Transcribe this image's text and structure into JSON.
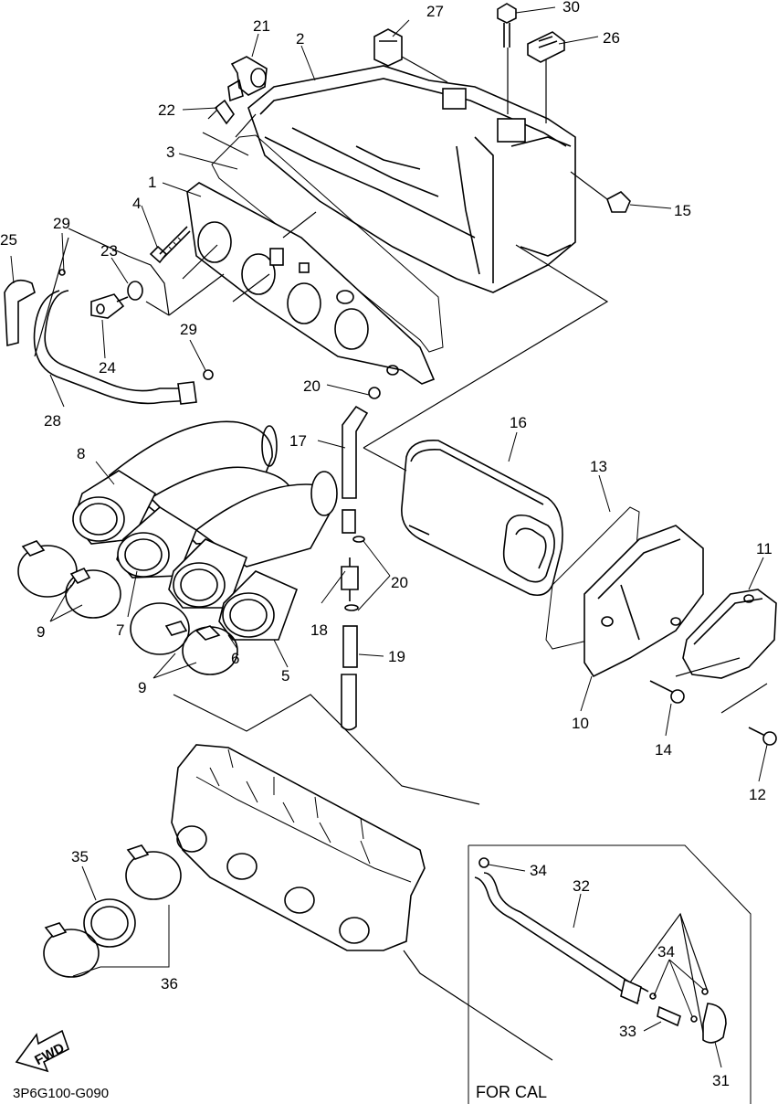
{
  "diagram": {
    "part_labels": [
      {
        "id": "p1",
        "text": "1"
      },
      {
        "id": "p2",
        "text": "2"
      },
      {
        "id": "p3",
        "text": "3"
      },
      {
        "id": "p4",
        "text": "4"
      },
      {
        "id": "p5",
        "text": "5"
      },
      {
        "id": "p6",
        "text": "6"
      },
      {
        "id": "p7",
        "text": "7"
      },
      {
        "id": "p8",
        "text": "8"
      },
      {
        "id": "p9a",
        "text": "9"
      },
      {
        "id": "p9b",
        "text": "9"
      },
      {
        "id": "p10",
        "text": "10"
      },
      {
        "id": "p11",
        "text": "11"
      },
      {
        "id": "p12",
        "text": "12"
      },
      {
        "id": "p13",
        "text": "13"
      },
      {
        "id": "p14",
        "text": "14"
      },
      {
        "id": "p15",
        "text": "15"
      },
      {
        "id": "p16",
        "text": "16"
      },
      {
        "id": "p17",
        "text": "17"
      },
      {
        "id": "p18",
        "text": "18"
      },
      {
        "id": "p19",
        "text": "19"
      },
      {
        "id": "p20a",
        "text": "20"
      },
      {
        "id": "p20b",
        "text": "20"
      },
      {
        "id": "p21",
        "text": "21"
      },
      {
        "id": "p22",
        "text": "22"
      },
      {
        "id": "p23",
        "text": "23"
      },
      {
        "id": "p24",
        "text": "24"
      },
      {
        "id": "p25",
        "text": "25"
      },
      {
        "id": "p26",
        "text": "26"
      },
      {
        "id": "p27",
        "text": "27"
      },
      {
        "id": "p28",
        "text": "28"
      },
      {
        "id": "p29a",
        "text": "29"
      },
      {
        "id": "p29b",
        "text": "29"
      },
      {
        "id": "p30",
        "text": "30"
      },
      {
        "id": "p31",
        "text": "31"
      },
      {
        "id": "p32",
        "text": "32"
      },
      {
        "id": "p33",
        "text": "33"
      },
      {
        "id": "p34a",
        "text": "34"
      },
      {
        "id": "p34b",
        "text": "34"
      },
      {
        "id": "p35",
        "text": "35"
      },
      {
        "id": "p36",
        "text": "36"
      }
    ],
    "inset_caption": "FOR CAL",
    "direction_arrow": "FWD",
    "diagram_code": "3P6G100-G090"
  }
}
